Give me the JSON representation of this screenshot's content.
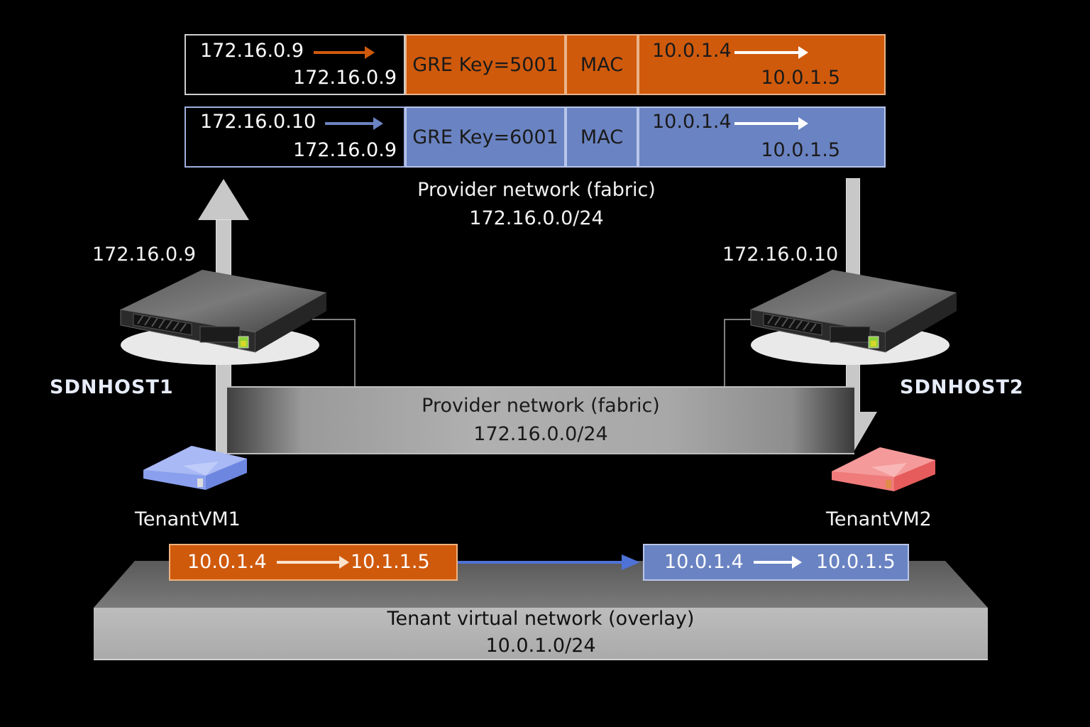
{
  "colors": {
    "background": "#000000",
    "orange": "#d05a0c",
    "blue": "#6a83c2",
    "gray_arrow": "#c8c8c8",
    "tenant_vm1": "#7b95e8",
    "tenant_vm2": "#ef6f6f"
  },
  "packet_headers": [
    {
      "color": "orange",
      "outer_src": "172.16.0.9",
      "outer_dst": "172.16.0.9",
      "gre": "GRE Key=5001",
      "mac": "MAC",
      "inner_src": "10.0.1.4",
      "inner_dst": "10.0.1.5"
    },
    {
      "color": "blue",
      "outer_src": "172.16.0.10",
      "outer_dst": "172.16.0.9",
      "gre": "GRE Key=6001",
      "mac": "MAC",
      "inner_src": "10.0.1.4",
      "inner_dst": "10.0.1.5"
    }
  ],
  "provider_label_top": {
    "name": "Provider network (fabric)",
    "subnet": "172.16.0.0/24"
  },
  "hosts": [
    {
      "name": "SDNHOST1",
      "ip": "172.16.0.9",
      "arrow": "up",
      "icon": "server-icon"
    },
    {
      "name": "SDNHOST2",
      "ip": "172.16.0.10",
      "arrow": "down",
      "icon": "server-icon"
    }
  ],
  "provider_fabric": {
    "name": "Provider network (fabric)",
    "subnet": "172.16.0.0/24"
  },
  "tenant_vms": [
    {
      "name": "TenantVM1",
      "color": "blue",
      "icon": "vm-icon"
    },
    {
      "name": "TenantVM2",
      "color": "red",
      "icon": "vm-icon"
    }
  ],
  "tenant_packets": [
    {
      "color": "orange",
      "src": "10.0.1.4",
      "dst": "10.1.1.5"
    },
    {
      "color": "blue",
      "src": "10.0.1.4",
      "dst": "10.0.1.5"
    }
  ],
  "tenant_network": {
    "name": "Tenant virtual network (overlay)",
    "subnet": "10.0.1.0/24"
  }
}
